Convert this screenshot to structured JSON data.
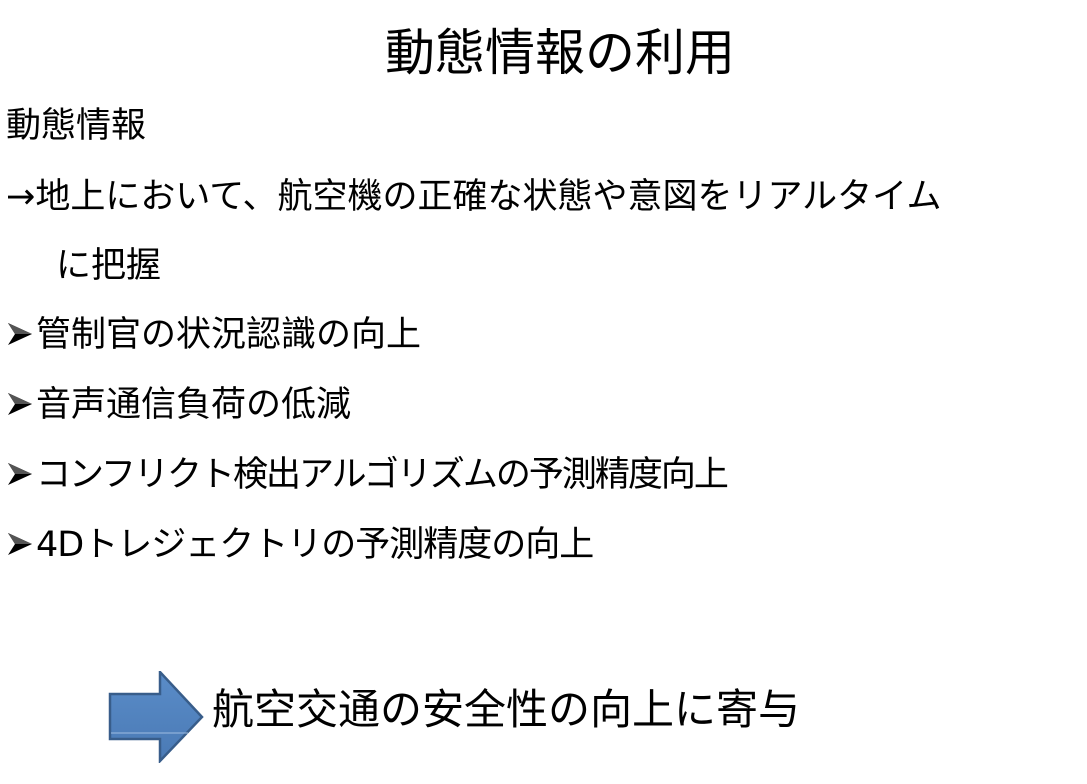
{
  "slide": {
    "title": "動態情報の利用",
    "heading": "動態情報",
    "description_line1": "→地上において、航空機の正確な状態や意図をリアルタイム",
    "description_line2": "に把握",
    "bullets": [
      {
        "icon": "arrowhead-bullet-icon",
        "text": "管制官の状況認識の向上"
      },
      {
        "icon": "arrowhead-bullet-icon",
        "text": "音声通信負荷の低減"
      },
      {
        "icon": "arrowhead-bullet-icon",
        "text": "コンフリクト検出アルゴリズムの予測精度向上"
      },
      {
        "icon": "arrowhead-bullet-icon",
        "text": "4Dトレジェクトリの予測精度の向上"
      }
    ],
    "conclusion": {
      "icon": "right-block-arrow-icon",
      "text": "航空交通の安全性の向上に寄与"
    }
  },
  "colors": {
    "background": "#ffffff",
    "text": "#000000",
    "arrow_fill": "#4F81BD",
    "arrow_border": "#385D8A"
  }
}
